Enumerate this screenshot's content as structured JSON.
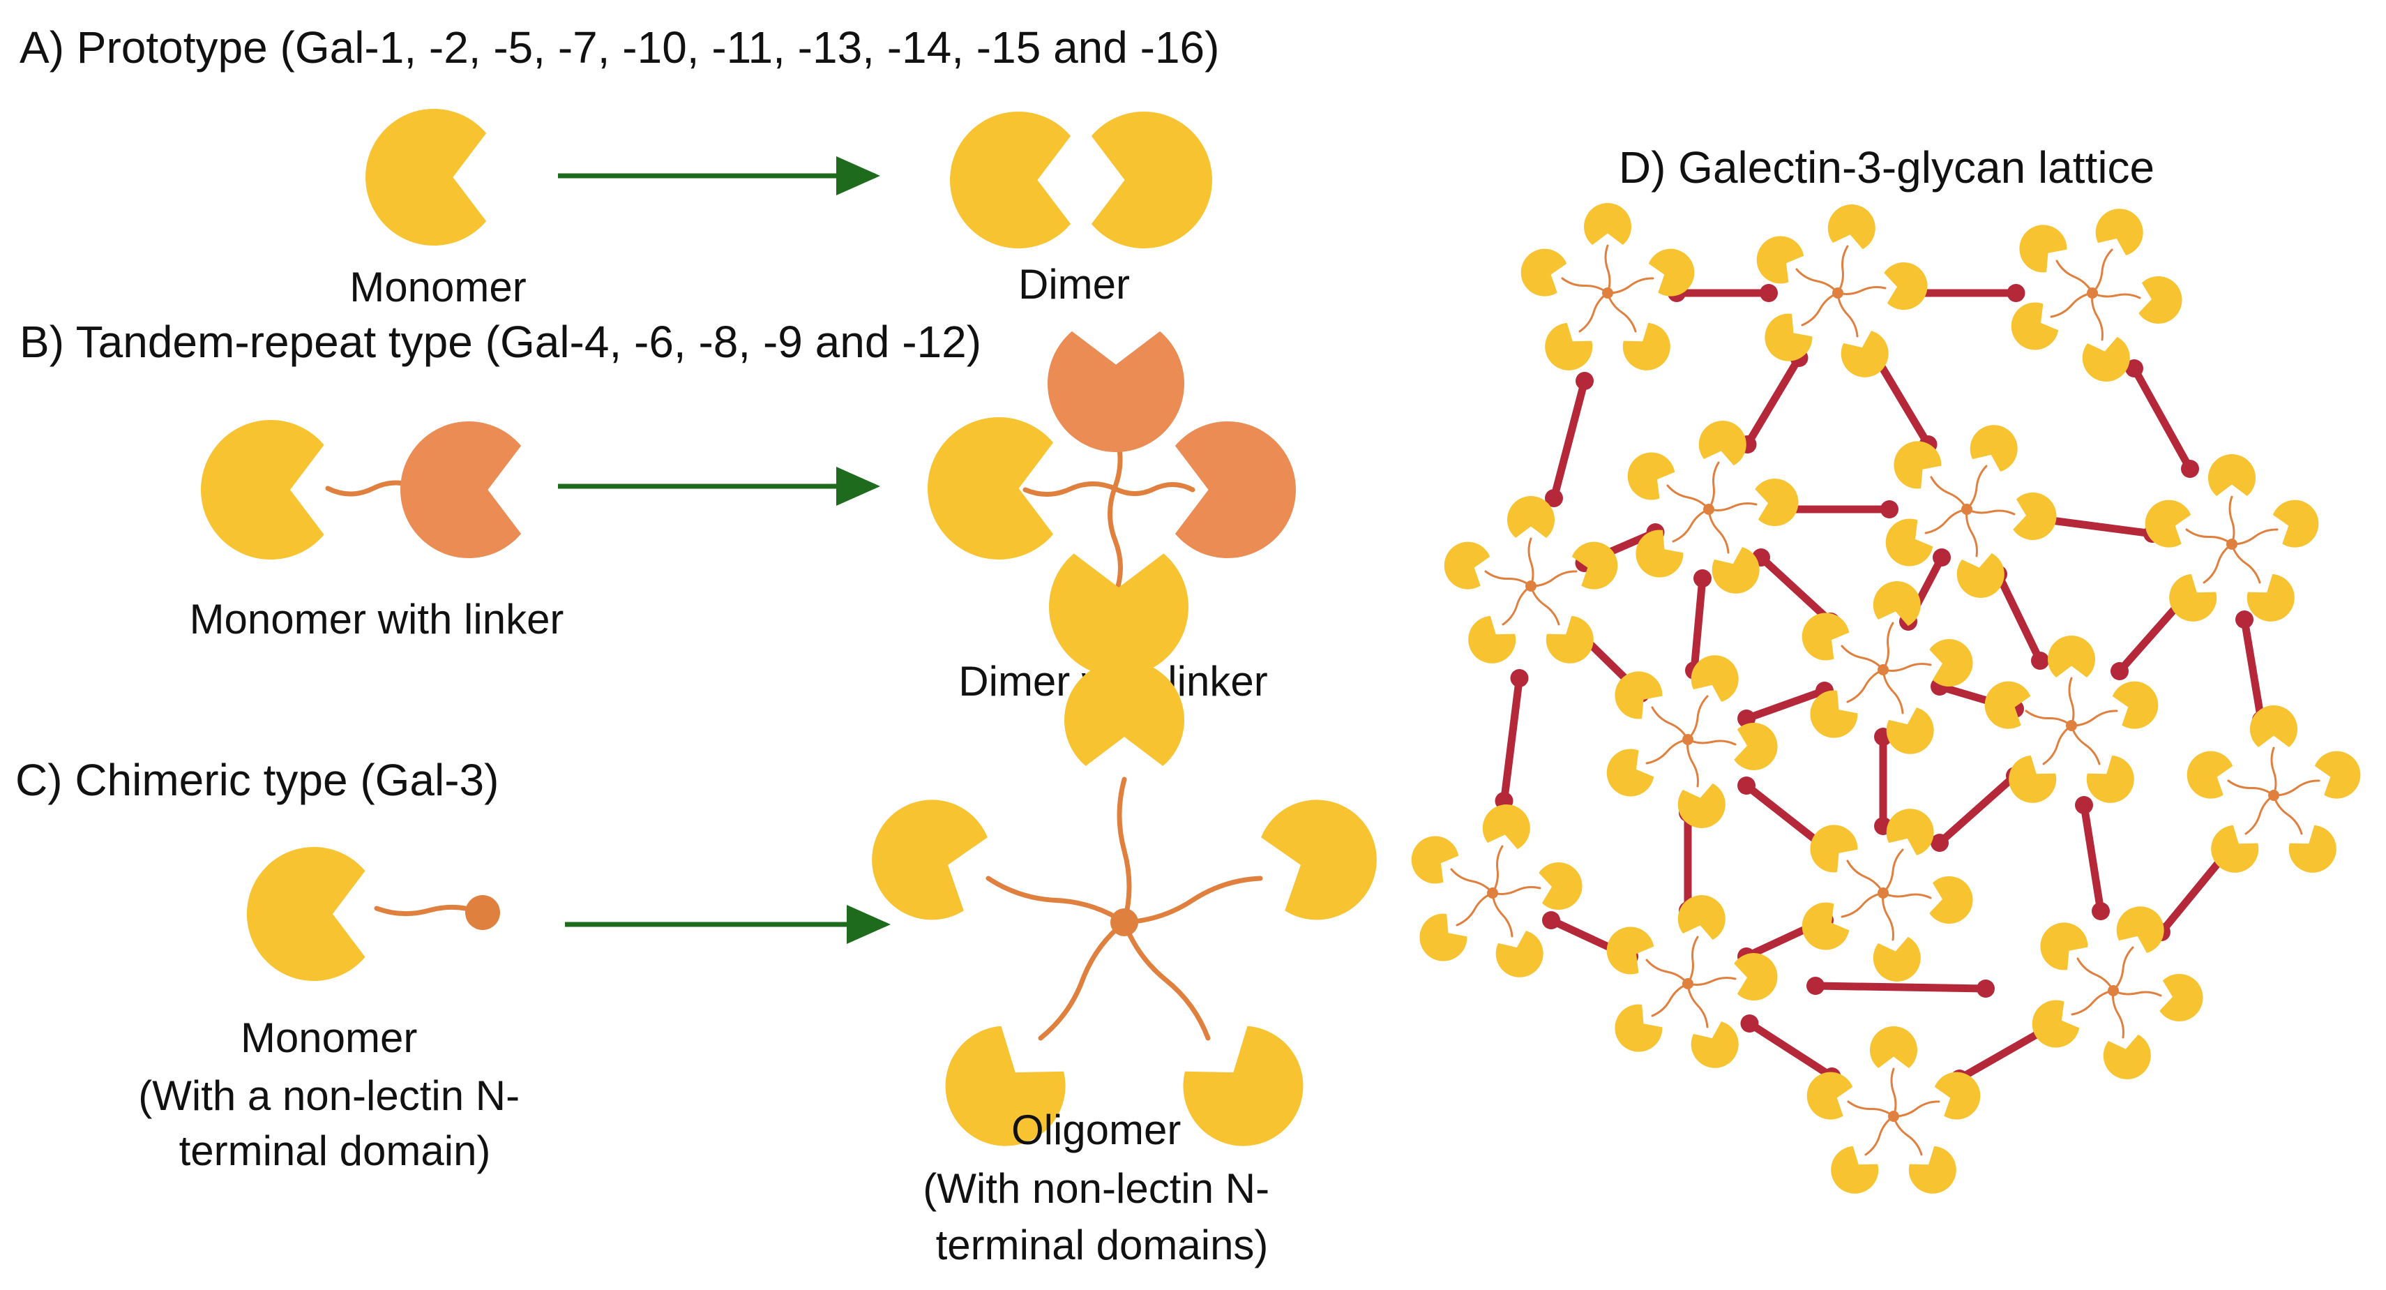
{
  "sections": {
    "a": {
      "header": "A) Prototype (Gal-1, -2, -5, -7, -10, -11, -13, -14, -15 and -16)",
      "left_label": "Monomer",
      "right_label": "Dimer"
    },
    "b": {
      "header": "B) Tandem-repeat type (Gal-4, -6, -8, -9 and -12)",
      "left_label": "Monomer with linker",
      "right_label": "Dimer with linker"
    },
    "c": {
      "header": "C) Chimeric type (Gal-3)",
      "left_label_lines": [
        "Monomer",
        "(With a non-lectin N-",
        "terminal domain)"
      ],
      "right_label_lines": [
        "Oligomer",
        "(With  non-lectin N-",
        "terminal domains)"
      ]
    },
    "d": {
      "header": "D) Galectin-3-glycan lattice"
    }
  },
  "colors": {
    "crd_yellow": "#F7C331",
    "crd_orange": "#EC8C55",
    "linker": "#E0803F",
    "arrow": "#1E6B1E",
    "lattice_link": "#B5283A",
    "text": "#111111"
  }
}
